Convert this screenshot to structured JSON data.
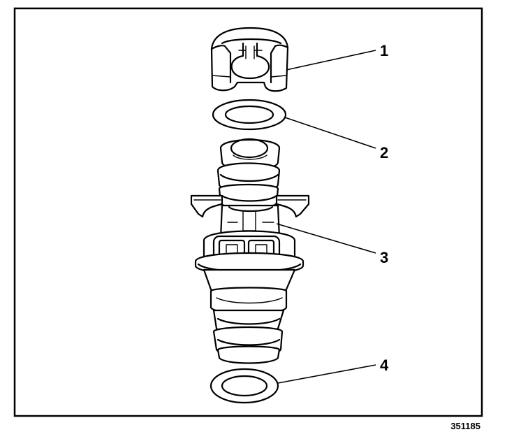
{
  "figure": {
    "id_label": "351185",
    "callouts": [
      {
        "number": "1",
        "part": "retainer-clip"
      },
      {
        "number": "2",
        "part": "upper-o-ring"
      },
      {
        "number": "3",
        "part": "fuel-injector"
      },
      {
        "number": "4",
        "part": "lower-o-ring"
      }
    ]
  }
}
